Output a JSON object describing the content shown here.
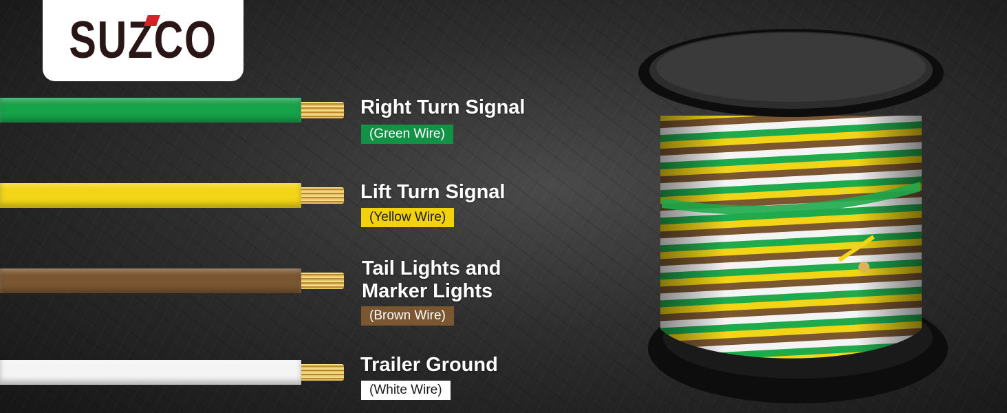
{
  "brand": {
    "name": "SUZCO"
  },
  "wires": [
    {
      "title": "Right Turn Signal",
      "tag": "(Green Wire)",
      "color": "#16a34a",
      "tag_bg": "#119245",
      "tag_fg": "#ffffff"
    },
    {
      "title": "Lift Turn Signal",
      "tag": "(Yellow Wire)",
      "color": "#f2d516",
      "tag_bg": "#f2d20c",
      "tag_fg": "#1a1a1a"
    },
    {
      "title_line1": "Tail Lights and",
      "title_line2": "Marker Lights",
      "tag": "(Brown Wire)",
      "color": "#7a5631",
      "tag_bg": "#7a5631",
      "tag_fg": "#ffffff"
    },
    {
      "title": "Trailer Ground",
      "tag": "(White Wire)",
      "color": "#f4f4f4",
      "tag_bg": "#ffffff",
      "tag_fg": "#1a1a1a"
    }
  ],
  "spool": {
    "stripe_colors": [
      "#1faa4b",
      "#f2d516",
      "#7a5631",
      "#f4f4f4"
    ],
    "flange_color": "#111111"
  }
}
